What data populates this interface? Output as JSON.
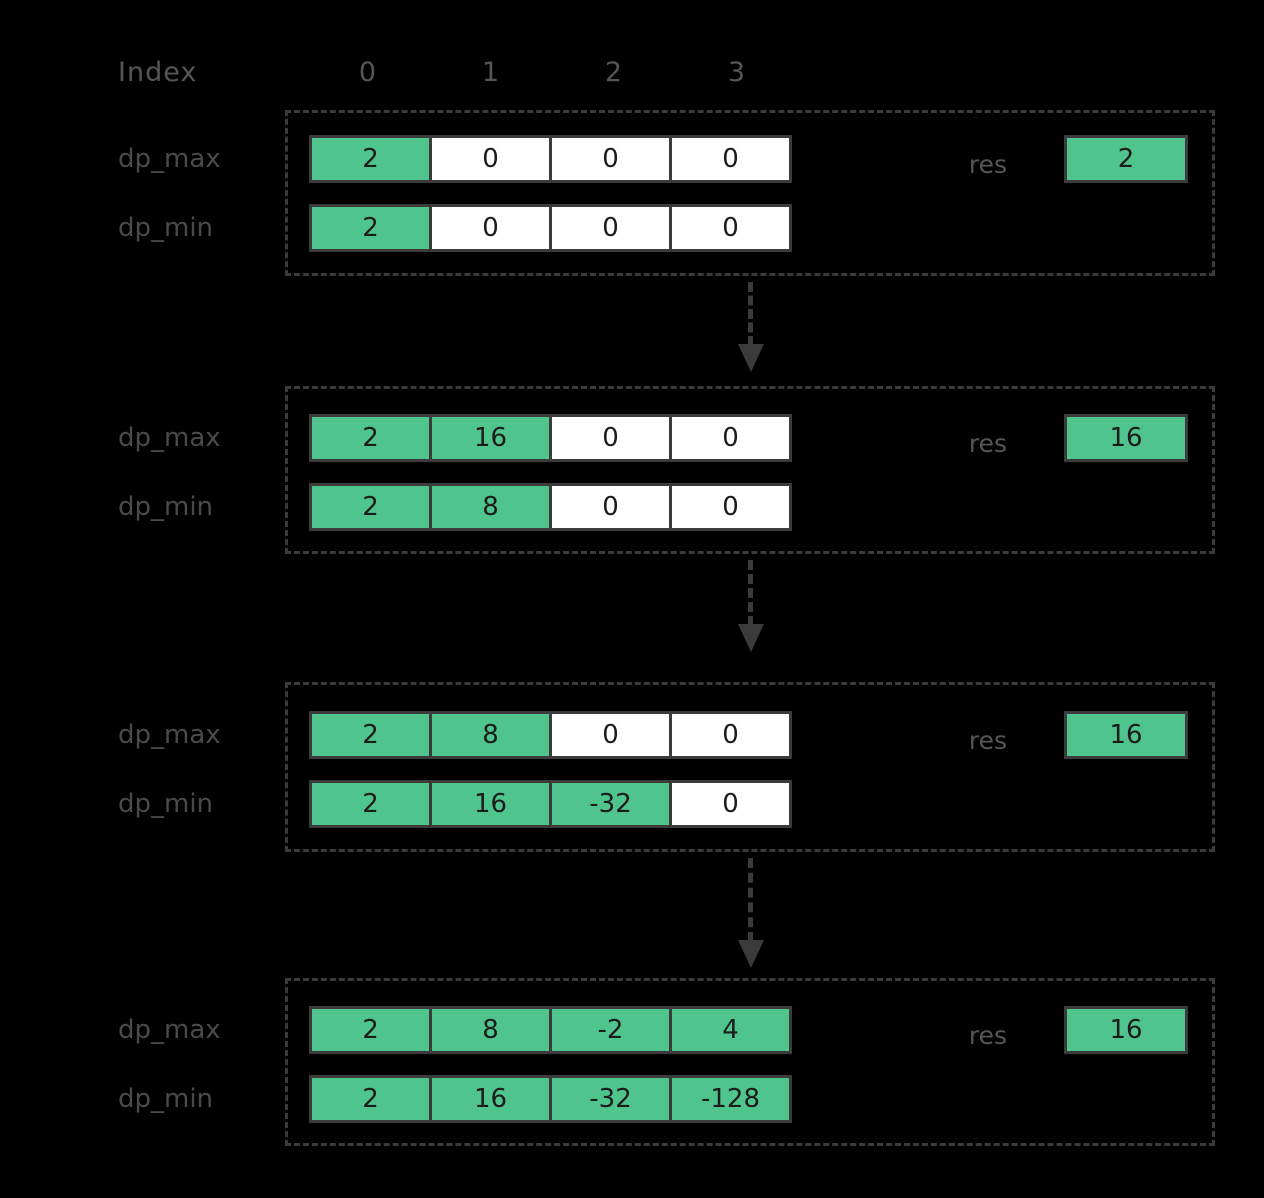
{
  "theme": {
    "background": "#000000",
    "accent_green": "#4fc48c",
    "stroke": "#3b3b3b",
    "label_gray": "#565656",
    "value_text": "#1c1c1c"
  },
  "header": {
    "index_label": "Index",
    "indices": [
      "0",
      "1",
      "2",
      "3"
    ]
  },
  "row_labels": {
    "dp_max": "dp_max",
    "dp_min": "dp_min",
    "res": "res"
  },
  "steps": [
    {
      "id": "step-1",
      "dp_max": {
        "values": [
          "2",
          "0",
          "0",
          "0"
        ],
        "filled": [
          true,
          false,
          false,
          false
        ]
      },
      "dp_min": {
        "values": [
          "2",
          "0",
          "0",
          "0"
        ],
        "filled": [
          true,
          false,
          false,
          false
        ]
      },
      "res": "2"
    },
    {
      "id": "step-2",
      "dp_max": {
        "values": [
          "2",
          "16",
          "0",
          "0"
        ],
        "filled": [
          true,
          true,
          false,
          false
        ]
      },
      "dp_min": {
        "values": [
          "2",
          "8",
          "0",
          "0"
        ],
        "filled": [
          true,
          true,
          false,
          false
        ]
      },
      "res": "16"
    },
    {
      "id": "step-3",
      "dp_max": {
        "values": [
          "2",
          "8",
          "0",
          "0"
        ],
        "filled": [
          true,
          true,
          false,
          false
        ]
      },
      "dp_min": {
        "values": [
          "2",
          "16",
          "-32",
          "0"
        ],
        "filled": [
          true,
          true,
          true,
          false
        ]
      },
      "res": "16"
    },
    {
      "id": "step-4",
      "dp_max": {
        "values": [
          "2",
          "8",
          "-2",
          "4"
        ],
        "filled": [
          true,
          true,
          true,
          true
        ]
      },
      "dp_min": {
        "values": [
          "2",
          "16",
          "-32",
          "-128"
        ],
        "filled": [
          true,
          true,
          true,
          true
        ]
      },
      "res": "16"
    }
  ],
  "arrows": [
    {
      "id": "arrow-1-2",
      "from": "step-1",
      "to": "step-2"
    },
    {
      "id": "arrow-2-3",
      "from": "step-2",
      "to": "step-3"
    },
    {
      "id": "arrow-3-4",
      "from": "step-3",
      "to": "step-4"
    }
  ]
}
